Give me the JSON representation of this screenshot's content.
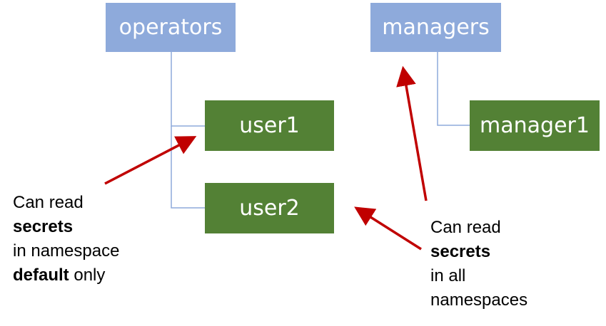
{
  "groups": {
    "operators": "operators",
    "managers": "managers"
  },
  "users": {
    "user1": "user1",
    "user2": "user2",
    "manager1": "manager1"
  },
  "annotations": {
    "left": {
      "line1": "Can read",
      "line2": "secrets",
      "line3": "in namespace",
      "line4_bold": "default",
      "line4_rest": " only"
    },
    "right": {
      "line1": "Can read",
      "line2": "secrets",
      "line3": "in all",
      "line4": "namespaces"
    }
  },
  "colors": {
    "group_fill": "#8eaadb",
    "user_fill": "#538135",
    "connector": "#8eaadb",
    "arrow": "#c00000"
  }
}
